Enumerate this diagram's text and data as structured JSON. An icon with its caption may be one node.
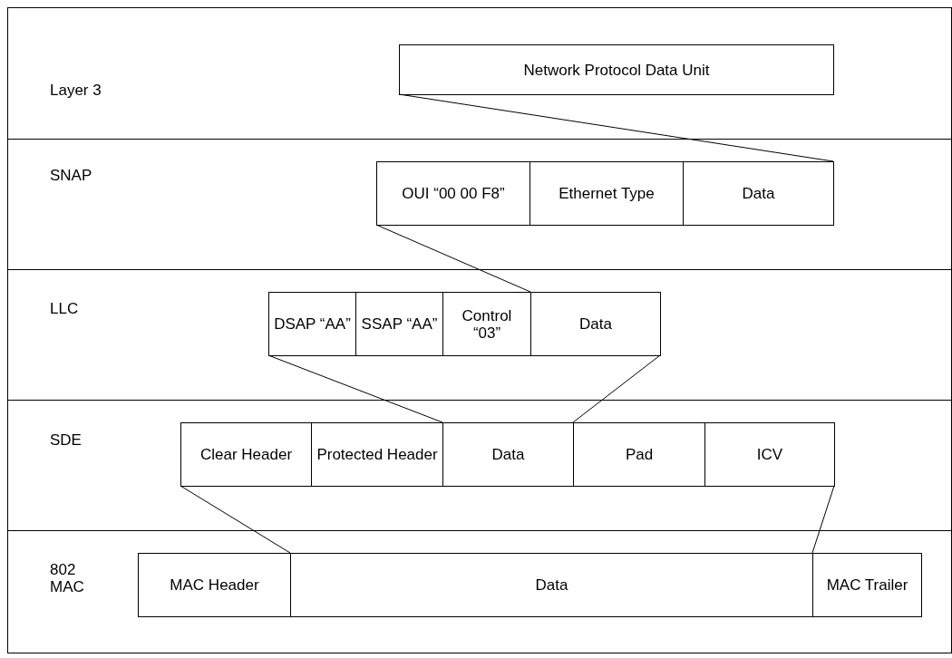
{
  "diagram": {
    "nodes": [
      {
        "text": [
          "Layer 3"
        ]
      },
      {
        "text": [
          "Network Protocol Data Unit"
        ],
        "in": 0
      },
      {
        "text": [
          "SNAP"
        ]
      },
      {
        "text": [
          "OUI “00 00 F8”"
        ],
        "in": 2
      },
      {
        "text": [
          "Ethernet Type"
        ],
        "in": 2
      },
      {
        "text": [
          "Data"
        ],
        "in": 2
      },
      {
        "text": [
          "LLC"
        ]
      },
      {
        "text": [
          "DSAP “AA”"
        ],
        "in": 6
      },
      {
        "text": [
          "SSAP “AA”"
        ],
        "in": 6
      },
      {
        "text": [
          "Control “03”"
        ],
        "in": 6
      },
      {
        "text": [
          "Data"
        ],
        "in": 6
      },
      {
        "text": [
          "SDE"
        ]
      },
      {
        "text": [
          "Clear Header"
        ],
        "in": 11
      },
      {
        "text": [
          "Protected Header"
        ],
        "in": 11
      },
      {
        "text": [
          "Data"
        ],
        "in": 11
      },
      {
        "text": [
          "Pad"
        ],
        "in": 11
      },
      {
        "text": [
          "ICV"
        ],
        "in": 11
      },
      {
        "text": [
          "802 MAC"
        ]
      },
      {
        "text": [
          "MAC Header"
        ],
        "in": 17
      },
      {
        "text": [
          "Data"
        ],
        "in": 17
      },
      {
        "text": [
          "MAC Trailer"
        ],
        "in": 17
      }
    ],
    "edges": [
      {
        "from": 1,
        "to": 5,
        "arrow": "none"
      },
      {
        "from": 3,
        "to": 10,
        "arrow": "none"
      },
      {
        "from": 7,
        "to": 14,
        "arrow": "none"
      },
      {
        "from": 10,
        "to": 14,
        "arrow": "none"
      },
      {
        "from": 12,
        "to": 19,
        "arrow": "none"
      },
      {
        "from": 16,
        "to": 19,
        "arrow": "none"
      }
    ]
  }
}
